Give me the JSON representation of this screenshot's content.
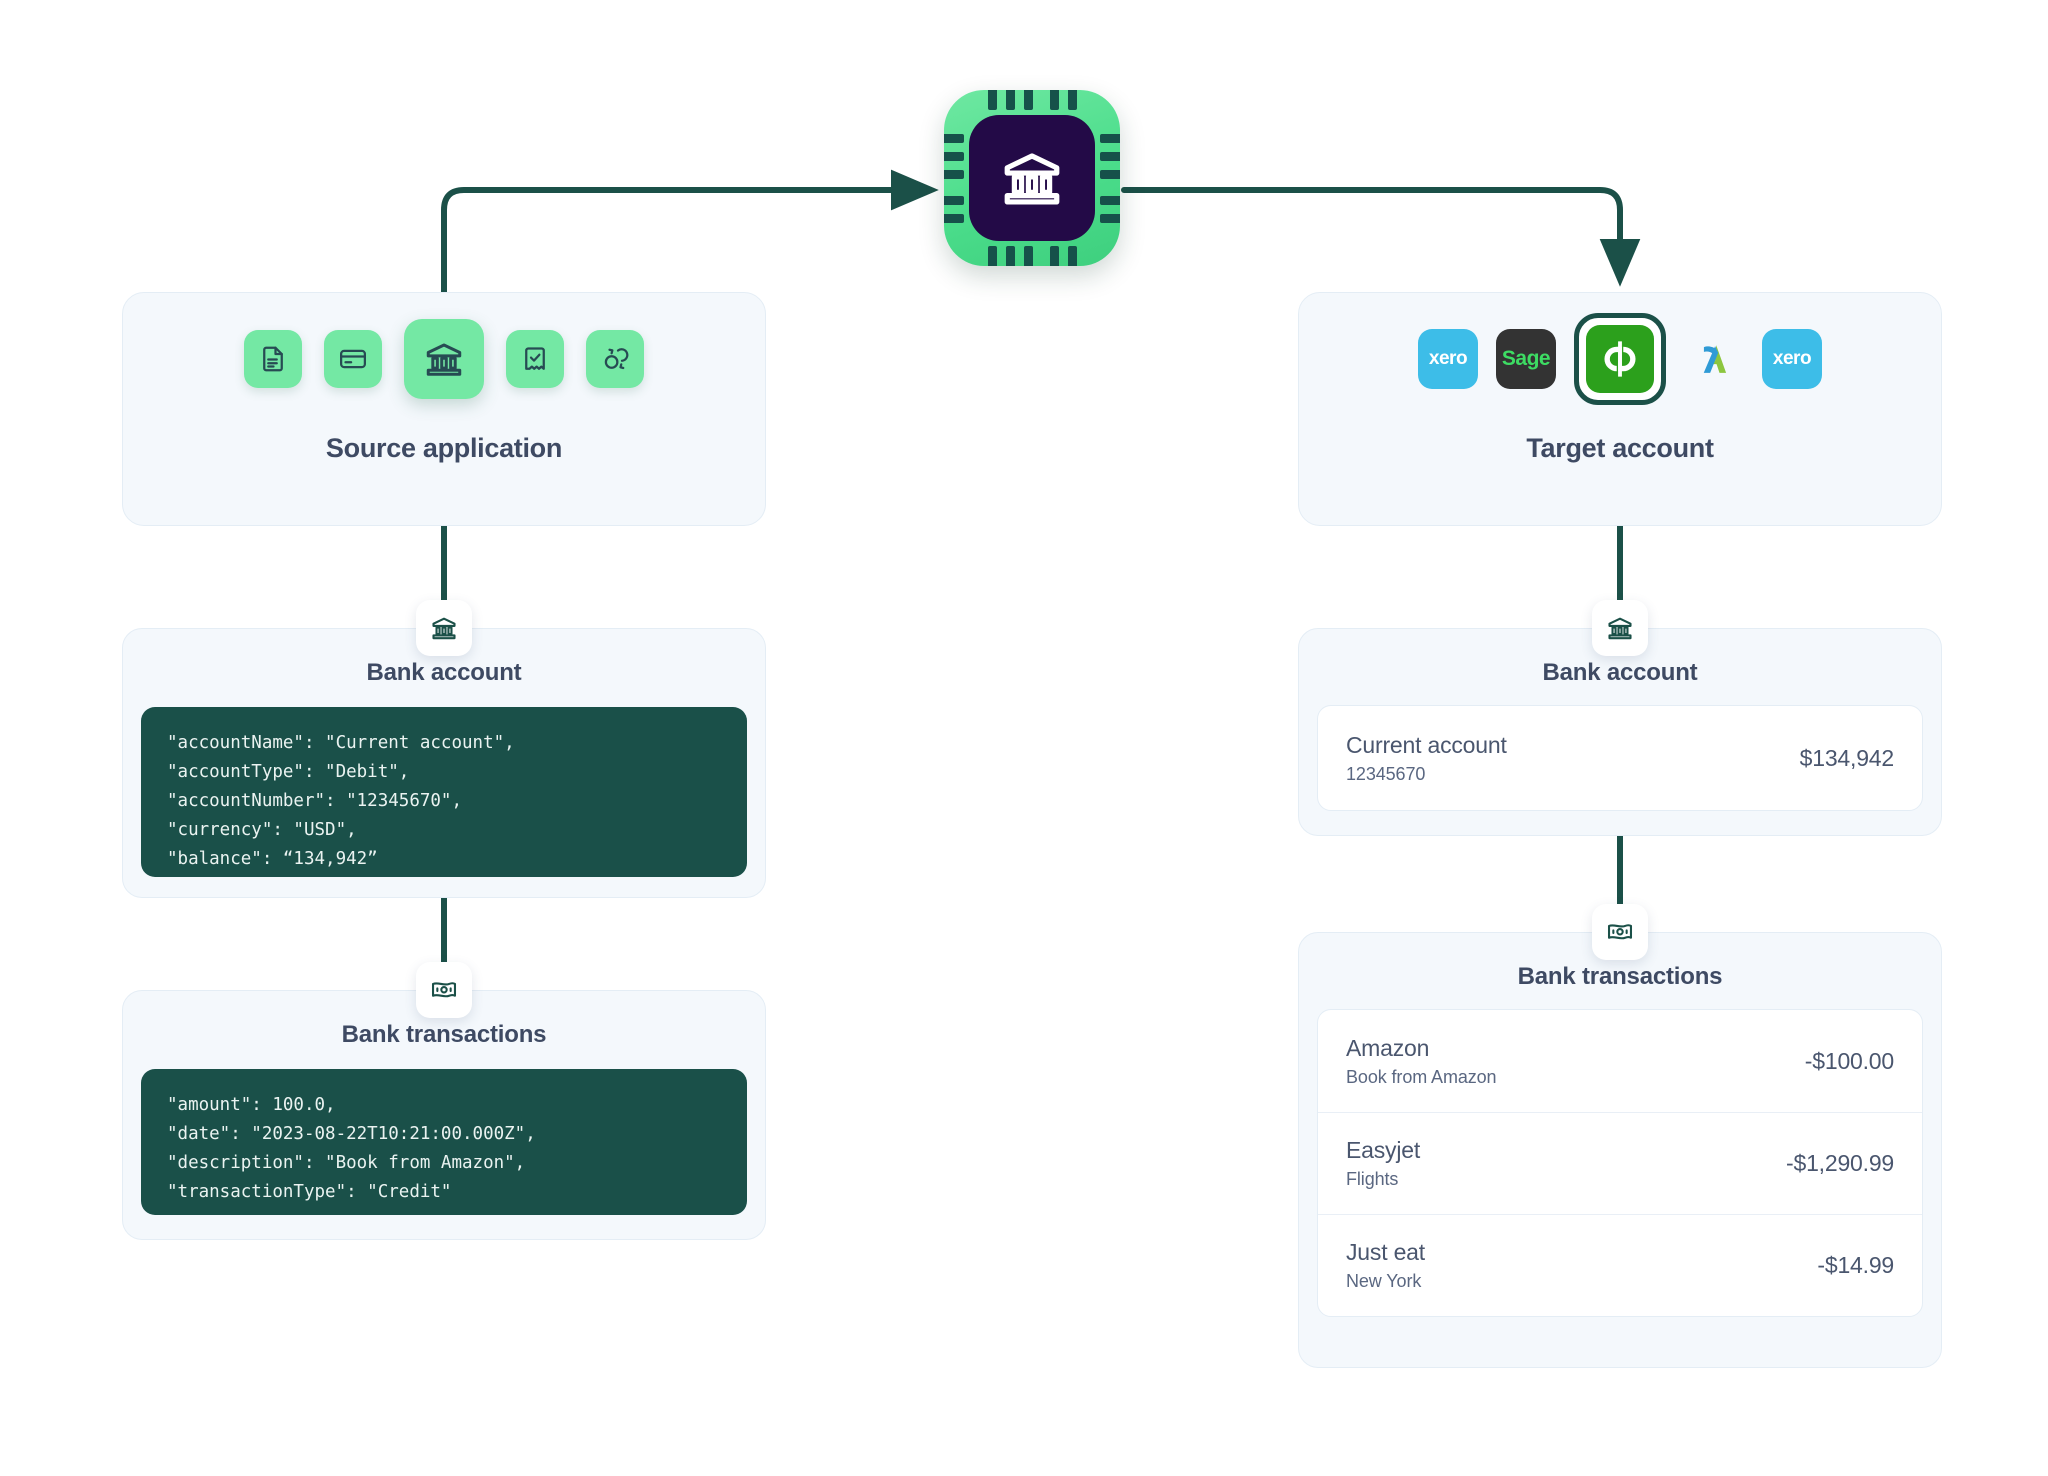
{
  "colors": {
    "wire": "#1B5048",
    "chip_green": "#4BDD8B",
    "chip_core": "#230A47",
    "tile_green": "#74E8A4",
    "glyph_dark": "#274B53",
    "panel_bg": "#F4F8FC",
    "panel_border": "#E4EDF5",
    "code_bg": "#1A5049",
    "heading": "#3E4A63",
    "text": "#4A566E",
    "xero_blue": "#3DBDE8",
    "sage_dark": "#333333",
    "sage_green": "#3DDC63",
    "qb_green": "#2CA01C"
  },
  "center": {
    "icon": "bank-chip-icon",
    "label": "Bank data chip"
  },
  "source": {
    "title": "Source application",
    "icons": [
      {
        "name": "document-icon",
        "selected": false
      },
      {
        "name": "credit-card-icon",
        "selected": false
      },
      {
        "name": "bank-icon",
        "selected": true
      },
      {
        "name": "receipt-check-icon",
        "selected": false
      },
      {
        "name": "sync-transfer-icon",
        "selected": false
      }
    ],
    "bank_account": {
      "badge_icon": "bank-icon",
      "title": "Bank account",
      "code": "\"accountName\": \"Current account\",\n\"accountType\": \"Debit\",\n\"accountNumber\": \"12345670\",\n\"currency\": \"USD\",\n\"balance\": “134,942”"
    },
    "bank_transactions": {
      "badge_icon": "banknote-icon",
      "title": "Bank transactions",
      "code": "\"amount\": 100.0,\n\"date\": \"2023-08-22T10:21:00.000Z\",\n\"description\": \"Book from Amazon\",\n\"transactionType\": \"Credit\""
    }
  },
  "target": {
    "title": "Target account",
    "logos": [
      {
        "name": "xero-logo",
        "label": "xero",
        "style": "xero",
        "selected": false
      },
      {
        "name": "sage-logo",
        "label": "Sage",
        "style": "sage",
        "selected": false
      },
      {
        "name": "quickbooks-logo",
        "label": "qb",
        "style": "qb",
        "selected": true
      },
      {
        "name": "freeagent-logo",
        "label": "",
        "style": "plain",
        "selected": false
      },
      {
        "name": "xero-logo",
        "label": "xero",
        "style": "xero",
        "selected": false
      }
    ],
    "bank_account": {
      "badge_icon": "bank-icon",
      "title": "Bank account",
      "account": {
        "name": "Current account",
        "number": "12345670",
        "balance": "$134,942"
      }
    },
    "bank_transactions": {
      "badge_icon": "banknote-icon",
      "title": "Bank transactions",
      "rows": [
        {
          "merchant": "Amazon",
          "detail": "Book from Amazon",
          "amount": "-$100.00"
        },
        {
          "merchant": "Easyjet",
          "detail": "Flights",
          "amount": "-$1,290.99"
        },
        {
          "merchant": "Just eat",
          "detail": "New York",
          "amount": "-$14.99"
        }
      ]
    }
  }
}
